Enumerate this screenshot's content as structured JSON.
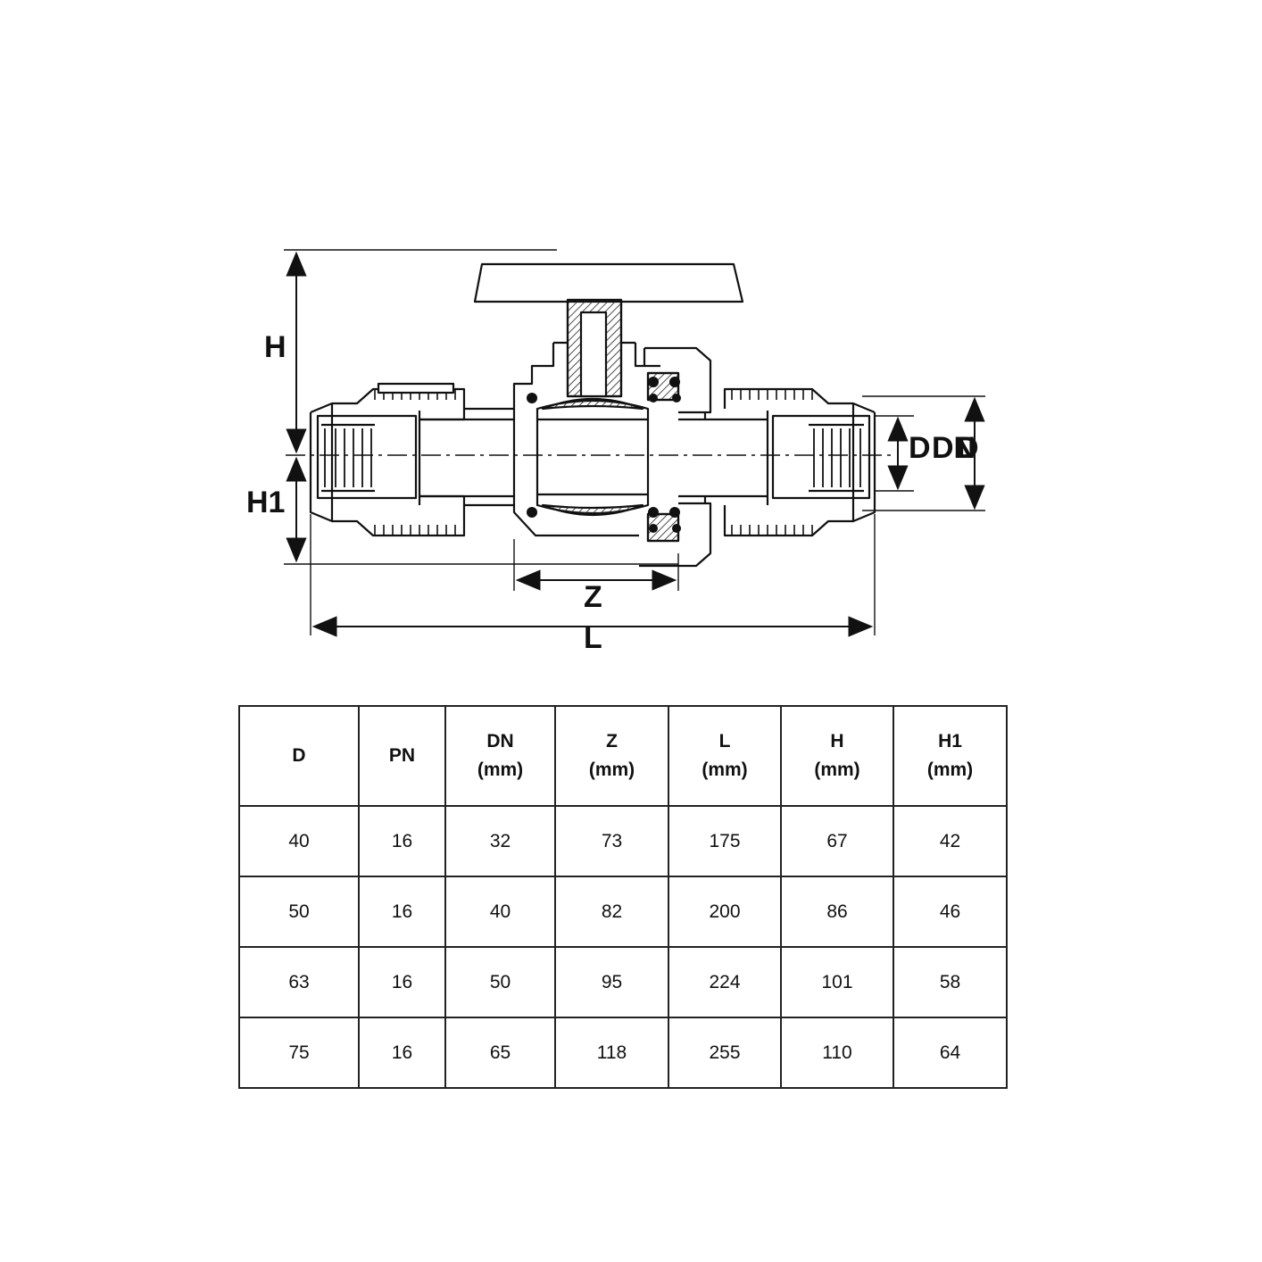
{
  "drawing": {
    "dimension_labels": {
      "H": "H",
      "H1": "H1",
      "D": "D",
      "DN": "DN",
      "D_right": "D",
      "Z": "Z",
      "L": "L"
    }
  },
  "table": {
    "headers": [
      {
        "line1": "D",
        "line2": ""
      },
      {
        "line1": "PN",
        "line2": ""
      },
      {
        "line1": "DN",
        "line2": "(mm)"
      },
      {
        "line1": "Z",
        "line2": "(mm)"
      },
      {
        "line1": "L",
        "line2": "(mm)"
      },
      {
        "line1": "H",
        "line2": "(mm)"
      },
      {
        "line1": "H1",
        "line2": "(mm)"
      }
    ],
    "rows": [
      [
        "40",
        "16",
        "32",
        "73",
        "175",
        "67",
        "42"
      ],
      [
        "50",
        "16",
        "40",
        "82",
        "200",
        "86",
        "46"
      ],
      [
        "63",
        "16",
        "50",
        "95",
        "224",
        "101",
        "58"
      ],
      [
        "75",
        "16",
        "65",
        "118",
        "255",
        "110",
        "64"
      ]
    ]
  }
}
